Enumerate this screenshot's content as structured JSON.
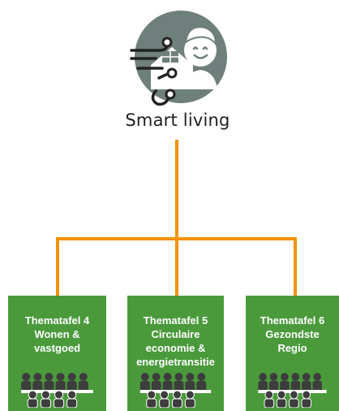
{
  "root": {
    "label": "Smart living",
    "icon": "smart-home-icon"
  },
  "tables": [
    {
      "title": "Thematafel 4",
      "lines": [
        "Wonen &",
        "vastgoed"
      ]
    },
    {
      "title": "Thematafel 5",
      "lines": [
        "Circulaire",
        "economie &",
        "energietransitie"
      ]
    },
    {
      "title": "Thematafel 6",
      "lines": [
        "Gezondste",
        "Regio"
      ]
    }
  ],
  "colors": {
    "connector": "#f39200",
    "box": "#4a9a3c",
    "icon_circle": "#6f7f7b",
    "people": "#3d3d3d"
  }
}
